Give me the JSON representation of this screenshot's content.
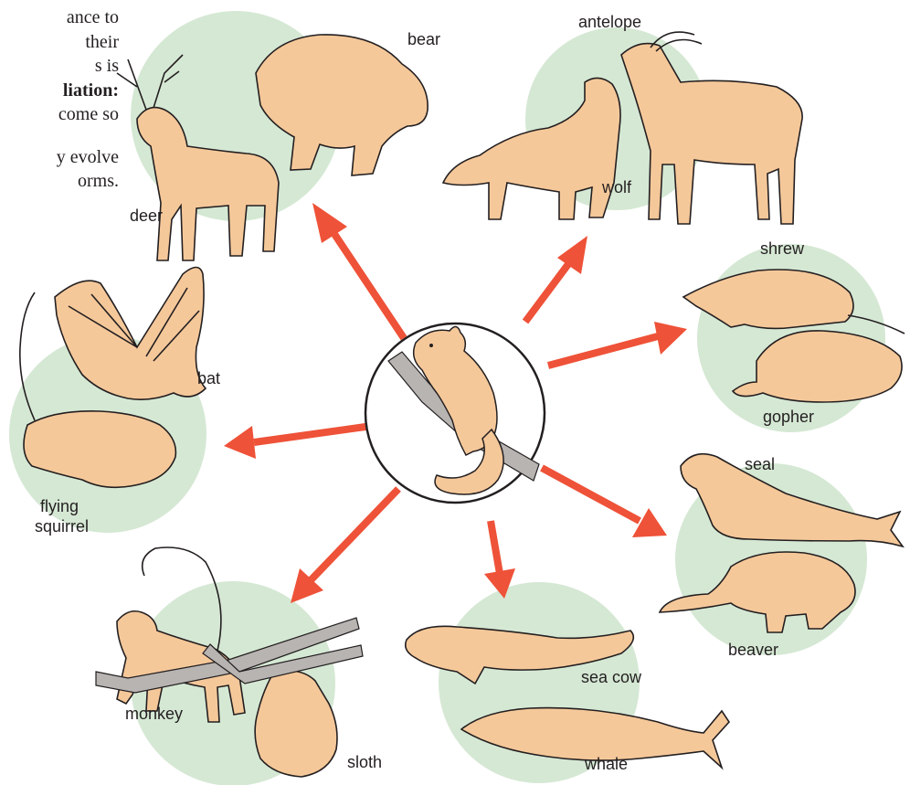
{
  "intro_text": {
    "line1": "ance to",
    "line2": "their",
    "line3": "s is",
    "line4": "liation:",
    "line5": "come so",
    "line6": "y evolve",
    "line7": "orms."
  },
  "labels": {
    "bear": "bear",
    "deer": "deer",
    "antelope": "antelope",
    "wolf": "wolf",
    "shrew": "shrew",
    "gopher": "gopher",
    "bat": "bat",
    "flying_squirrel_1": "flying",
    "flying_squirrel_2": "squirrel",
    "seal": "seal",
    "beaver": "beaver",
    "sea_cow": "sea cow",
    "whale": "whale",
    "monkey": "monkey",
    "sloth": "sloth"
  },
  "colors": {
    "circle_fill": "#d5e8d4",
    "arrow": "#ee5238",
    "animal_fill": "#f5c89a",
    "outline": "#231f20",
    "branch": "#b8b4b2"
  }
}
